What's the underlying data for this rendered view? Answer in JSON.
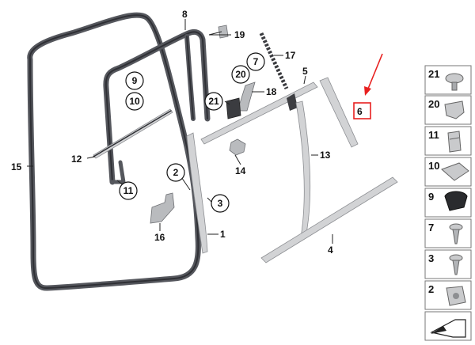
{
  "callouts": {
    "c1": "1",
    "c2": "2",
    "c3": "3",
    "c4": "4",
    "c5": "5",
    "c6": "6",
    "c7": "7",
    "c8": "8",
    "c9": "9",
    "c10": "10",
    "c11": "11",
    "c12": "12",
    "c13": "13",
    "c14": "14",
    "c15": "15",
    "c16": "16",
    "c17": "17",
    "c18": "18",
    "c19": "19",
    "c20": "20",
    "c21": "21"
  },
  "highlight_color": "#e8201f",
  "legend": {
    "items": [
      {
        "label": "21",
        "icon": "push-clip-icon"
      },
      {
        "label": "20",
        "icon": "clip-icon"
      },
      {
        "label": "11",
        "icon": "clip-icon"
      },
      {
        "label": "10",
        "icon": "clip-icon"
      },
      {
        "label": "9",
        "icon": "buffer-icon"
      },
      {
        "label": "7",
        "icon": "screw-icon"
      },
      {
        "label": "3",
        "icon": "screw-icon"
      },
      {
        "label": "2",
        "icon": "nut-icon"
      }
    ],
    "footer_icon": "arrow-icon"
  }
}
